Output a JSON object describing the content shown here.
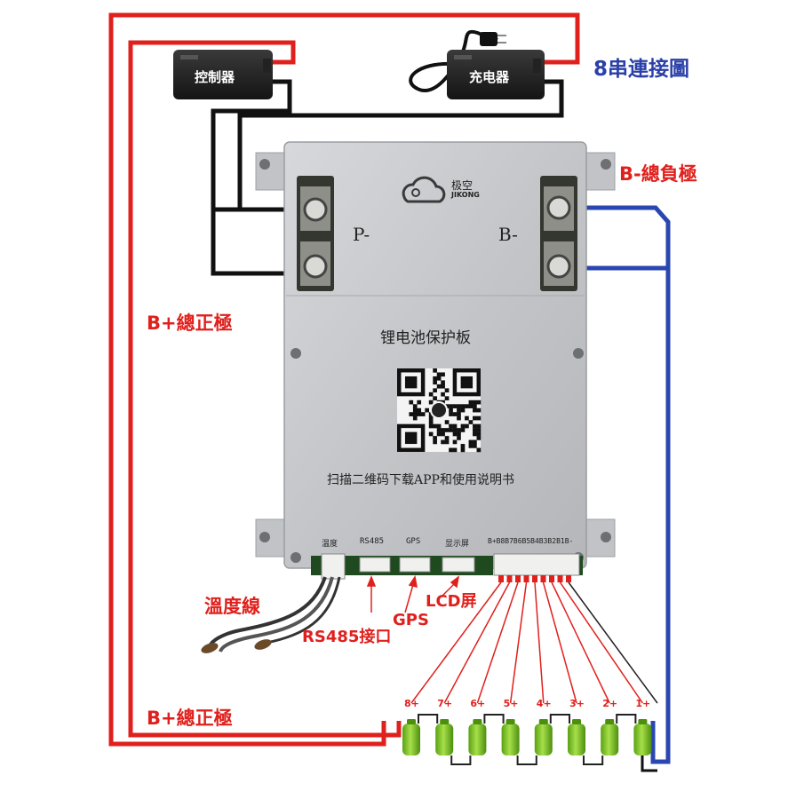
{
  "title": "8串連接圖",
  "controller": {
    "label": "控制器"
  },
  "charger": {
    "label": "充电器"
  },
  "board": {
    "brand_cn": "极空",
    "brand_en": "JIKONG",
    "title": "锂电池保护板",
    "scan_text": "扫描二维码下载APP和使用说明书",
    "terminal_p": "P-",
    "terminal_b": "B-",
    "ports": {
      "temp": "温度",
      "rs485": "RS485",
      "gps": "GPS",
      "display": "显示屏",
      "balance": "B+B8B7B6B5B4B3B2B1B-"
    }
  },
  "annotations": {
    "b_minus": "B-總負極",
    "b_plus_top": "B+總正極",
    "b_plus_bottom": "B+總正極",
    "temp_wire": "溫度線",
    "rs485": "RS485接口",
    "gps": "GPS",
    "lcd": "LCD屏"
  },
  "cells": [
    "8+",
    "7+",
    "6+",
    "5+",
    "4+",
    "3+",
    "2+",
    "1+"
  ],
  "colors": {
    "red_wire": "#e0201c",
    "blue_wire": "#2a47b0",
    "black_wire": "#111111",
    "board": "#c9cbce",
    "battery": "#7ec52a"
  }
}
